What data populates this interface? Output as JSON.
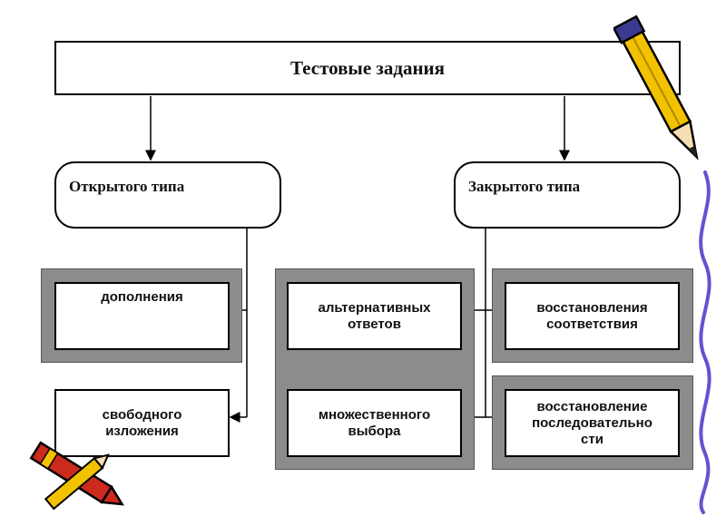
{
  "title": "Тестовые задания",
  "open_type": {
    "label": "Открытого типа",
    "items": [
      "дополнения",
      "свободного\nизложения"
    ]
  },
  "closed_type": {
    "label": "Закрытого типа",
    "left_items": [
      "альтернативных\nответов",
      "множественного\nвыбора"
    ],
    "right_items": [
      "восстановления\nсоответствия",
      "восстановление\nпоследовательно\nсти"
    ]
  },
  "colors": {
    "panel_gray": "#8c8c8c",
    "pencil_yellow": "#f2c200",
    "pencil_red": "#cc2a1c",
    "squiggle_purple": "#6a4fd0"
  },
  "icons": [
    "pencil-icon",
    "crayon-icon",
    "squiggle-line-icon"
  ]
}
